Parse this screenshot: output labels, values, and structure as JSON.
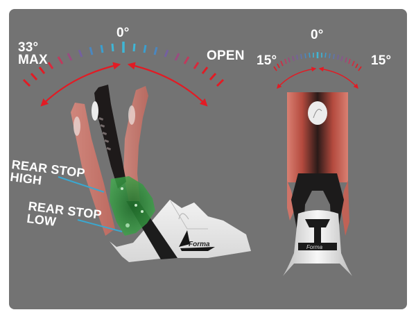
{
  "diagram": {
    "product_logo": "Forma",
    "side_view": {
      "gauge": {
        "center_label": "0°",
        "left_label_value": "33°",
        "left_label_text": "MAX",
        "right_label": "OPEN",
        "tick_count_each_side": 10
      },
      "callouts": [
        {
          "line1": "REAR STOP",
          "line2": "HIGH"
        },
        {
          "line1": "REAR STOP",
          "line2": "LOW"
        }
      ],
      "logo": "Forma"
    },
    "front_view": {
      "gauge": {
        "center_label": "0°",
        "left_label": "15°",
        "right_label": "15°",
        "tick_count_each_side": 11
      },
      "logo": "Forma"
    },
    "colors": {
      "background": "#737373",
      "arrow_red": "#e21b24",
      "tick_center_cyan": "#3fb6d6",
      "callout_line": "#3aa8d0",
      "brace_green": "#2f9a3c",
      "shell_red": "#d9776a",
      "shell_white": "#e9e9e9",
      "text": "#ffffff"
    }
  }
}
